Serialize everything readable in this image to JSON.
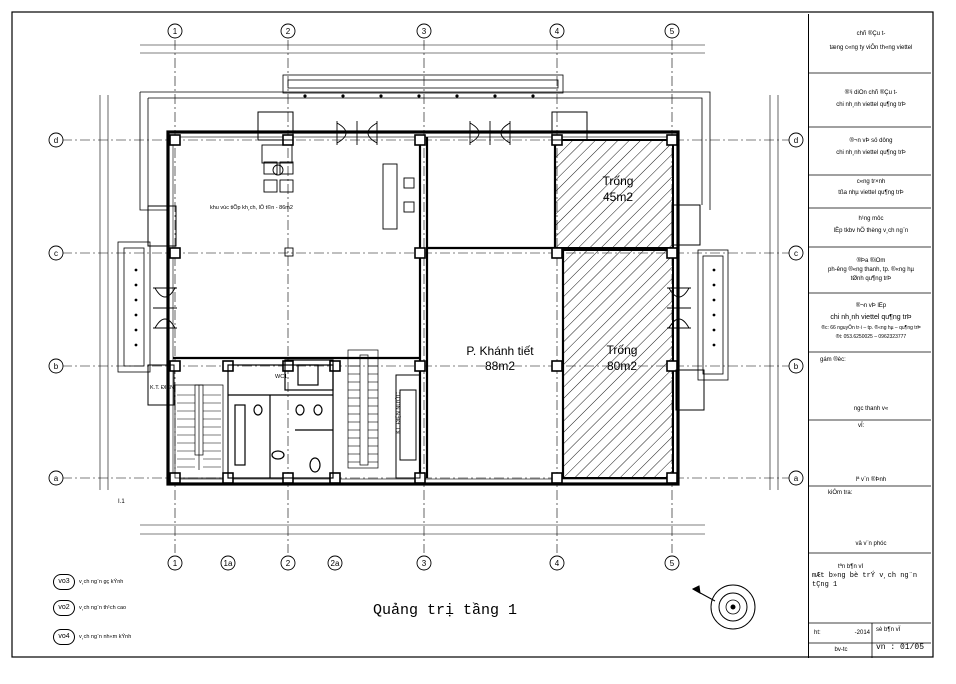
{
  "grid": {
    "columns": [
      "1",
      "1a",
      "2",
      "2a",
      "3",
      "4",
      "5"
    ],
    "rows": [
      "d",
      "c",
      "b",
      "a"
    ]
  },
  "rooms": {
    "reception": {
      "name": "khu vùc tiÕp kh¸ch, lÔ t©n - 86m2"
    },
    "vip_room": {
      "name": "P. Khánh tiết",
      "area": "88m2"
    },
    "empty_top": {
      "name": "Trống",
      "area": "45m2"
    },
    "empty_bottom": {
      "name": "Trống",
      "area": "80m2"
    },
    "labels": [
      "K.T. ĐIỆN",
      "WC1",
      "KT. ĐIỆN NƯỚC",
      "I.1"
    ]
  },
  "legend": [
    {
      "code": "vo3",
      "text": "v¸ch ng¨n gç kÝnh"
    },
    {
      "code": "vo2",
      "text": "v¸ch ng¨n th¹ch cao"
    },
    {
      "code": "vo4",
      "text": "v¸ch ng¨n nh«m kÝnh"
    }
  ],
  "drawing_title": "Quảng trị tầng 1",
  "title_block": {
    "owner_label": "chñ ®Çu t-",
    "owner": "tæng c«ng ty viÔn th«ng viettel",
    "owner_rep_label": "®¹i diÖn chñ ®Çu t-",
    "owner_rep": "chi nh¸nh viettel qu¶ng trÞ",
    "user_label": "®¬n vÞ sö dông",
    "user": "chi nh¸nh viettel qu¶ng trÞ",
    "project_label": "c«ng tr×nh",
    "project": "tßa nhµ viettel qu¶ng trÞ",
    "item_label": "h¹ng môc",
    "item": "lËp tkbv hÖ thèng v¸ch ng¨n",
    "location_label": "®Þa ®iÓm",
    "location_1": "ph-êng ®«ng thanh, tp. ®«ng hµ",
    "location_2": "tØnh qu¶ng trÞ",
    "designer_label": "®¬n vÞ lËp",
    "designer": "chi nh¸nh viettel qu¶ng trÞ",
    "address": "®c: 66 nguyÔn tr·i – tp. ®«ng hµ – qu¶ng trÞ",
    "phone": "®t: 053.6250025 – 0962323777",
    "manager_label": "gám ®èc:",
    "manager": "ngc thanh v«",
    "design_label": "vÏ:",
    "design_name": "lª v¨n ®Þnh",
    "check_label": "kiÓm tra:",
    "check_name": "vâ v¨n phóc",
    "sheet_name_label": "tªn b¶n vÏ",
    "sheet_name_1": "mÆt b»ng bè trÝ v¸ch ng¨n",
    "sheet_name_2": "tÇng 1",
    "date_label": "ht:",
    "date": "-2014",
    "sheet_no_label": "sè b¶n vÏ",
    "sheet_no": "vn : 01/05",
    "code": "bv-tc"
  }
}
